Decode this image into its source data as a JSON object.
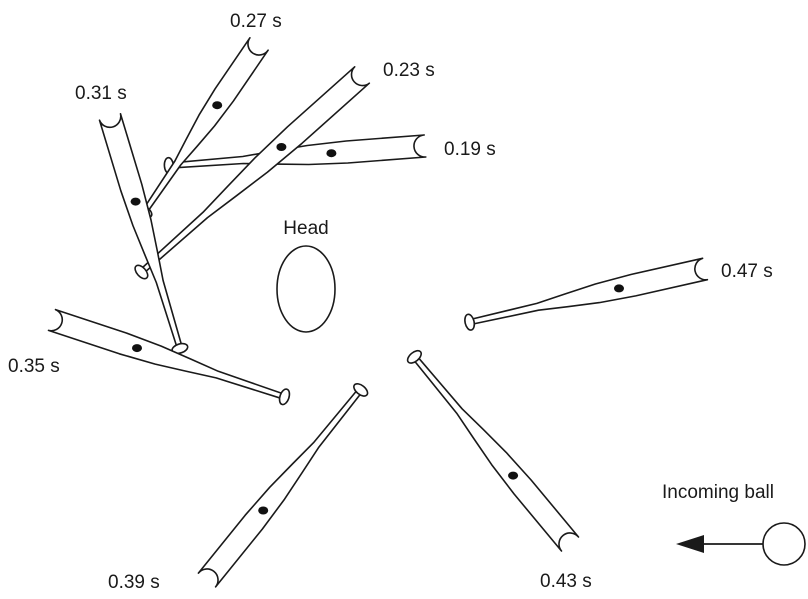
{
  "head_label": "Head",
  "incoming_ball_label": "Incoming ball",
  "bats": [
    {
      "time": "0.19 s"
    },
    {
      "time": "0.23 s"
    },
    {
      "time": "0.27 s"
    },
    {
      "time": "0.31 s"
    },
    {
      "time": "0.35 s"
    },
    {
      "time": "0.39 s"
    },
    {
      "time": "0.43 s"
    },
    {
      "time": "0.47 s"
    }
  ],
  "colors": {
    "ink": "#1a1a1a",
    "background": "#ffffff"
  }
}
